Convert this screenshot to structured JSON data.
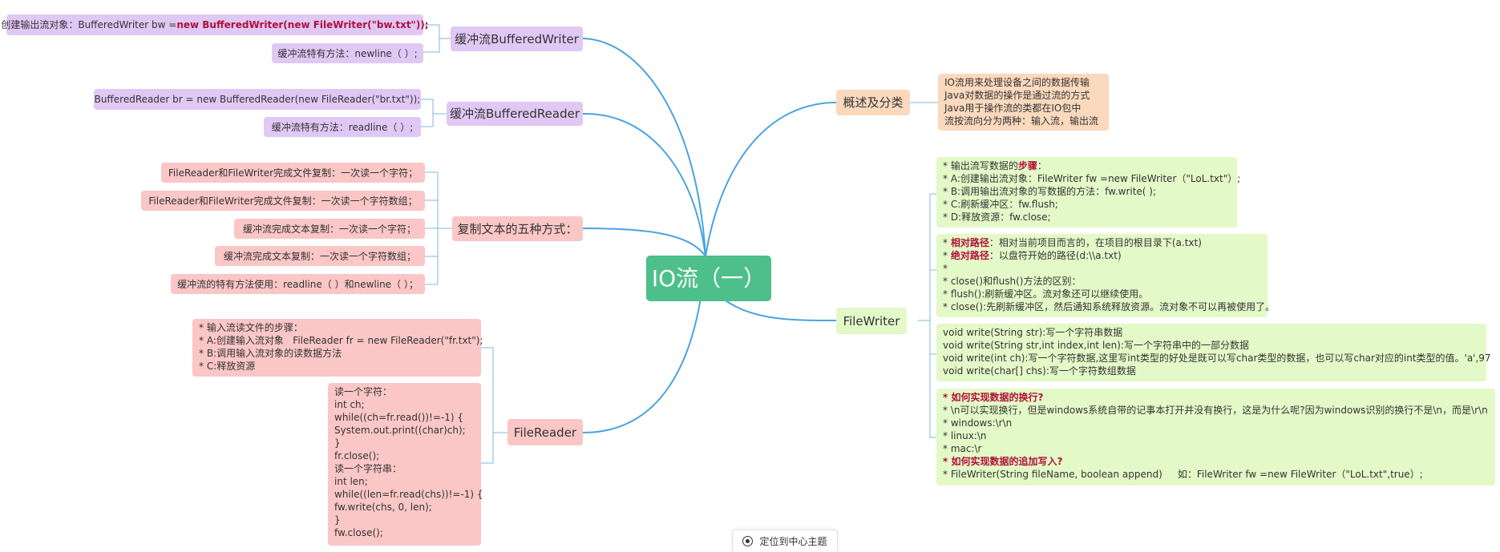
{
  "center": {
    "title": "IO流（一）"
  },
  "colors": {
    "link": "#4aa3df",
    "center": "#4dbf8a",
    "purple": "#e0c8f5",
    "pink": "#fac6c6",
    "orange": "#fad9bd",
    "green": "#e4f9c8"
  },
  "branches": {
    "bufferedwriter": {
      "label": "缓冲流BufferedWriter",
      "leaf1_pre": "创建输出流对象：BufferedWriter bw = ",
      "leaf1_bold": "new BufferedWriter(new FileWriter(\"bw.txt\"));",
      "leaf2": "缓冲流特有方法：newline（ ）;"
    },
    "bufferedreader": {
      "label": "缓冲流BufferedReader",
      "leaf1": "BufferedReader br = new BufferedReader(new FileReader(\"br.txt\"));",
      "leaf2": "缓冲流特有方法：readline（ ）;"
    },
    "copy": {
      "label": "复制文本的五种方式：",
      "items": [
        "FileReader和FileWriter完成文件复制：一次读一个字符；",
        "FileReader和FileWriter完成文件复制：一次读一个字符数组；",
        "缓冲流完成文本复制：一次读一个字符；",
        "缓冲流完成文本复制：一次读一个字符数组；",
        "缓冲流的特有方法使用：readline（ ）和newline（ ）；"
      ]
    },
    "filereader": {
      "label": "FileReader",
      "steps": [
        "* 输入流读文件的步骤：",
        "* A:创建输入流对象   FileReader fr = new FileReader(\"fr.txt\");",
        "* B:调用输入流对象的读数据方法",
        "* C:释放资源"
      ],
      "code": [
        "读一个字符：",
        "int ch;",
        "while((ch=fr.read())!=-1) {",
        "System.out.print((char)ch);",
        "}",
        "fr.close();",
        "读一个字符串：",
        "int len;",
        "while((len=fr.read(chs))!=-1) {",
        "fw.write(chs, 0, len);",
        "}",
        "fw.close();"
      ]
    },
    "overview": {
      "label": "概述及分类",
      "lines": [
        "IO流用来处理设备之间的数据传输",
        "Java对数据的操作是通过流的方式",
        "Java用于操作流的类都在IO包中",
        "流按流向分为两种：输入流，输出流"
      ]
    },
    "filewriter": {
      "label": "FileWriter",
      "box1": {
        "title_pre": "* 输出流写数据的",
        "title_bold": "步骤",
        "title_post": "：",
        "lines": [
          "* A:创建输出流对象：FileWriter fw =new FileWriter（\"LoL.txt\"）;",
          "* B:调用输出流对象的写数据的方法：fw.write( );",
          "* C:刷新缓冲区：fw.flush;",
          "* D:释放资源：fw.close;"
        ]
      },
      "box2": {
        "rel_label": "相对路径",
        "rel_text": "：相对当前项目而言的，在项目的根目录下(a.txt)",
        "abs_label": "绝对路径",
        "abs_text": "：以盘符开始的路径(d:\\\\a.txt)",
        "lines": [
          "*",
          "* close()和flush()方法的区别：",
          "* flush():刷新缓冲区。流对象还可以继续使用。",
          "* close():先刷新缓冲区，然后通知系统释放资源。流对象不可以再被使用了。"
        ]
      },
      "box3": {
        "lines": [
          "void write(String str):写一个字符串数据",
          "void write(String str,int index,int len):写一个字符串中的一部分数据",
          "void write(int ch):写一个字符数据,这里写int类型的好处是既可以写char类型的数据，也可以写char对应的int类型的值。'a',97",
          "void write(char[] chs):写一个字符数组数据"
        ]
      },
      "box4": {
        "heading1": "* 如何实现数据的换行?",
        "lines1": [
          "* \\n可以实现换行，但是windows系统自带的记事本打开并没有换行，这是为什么呢?因为windows识别的换行不是\\n，而是\\r\\n",
          "* windows:\\r\\n",
          "* linux:\\n",
          "* mac:\\r"
        ],
        "heading2": "* 如何实现数据的追加写入?",
        "line2": "* FileWriter(String fileName, boolean append)     如：FileWriter fw =new FileWriter（\"LoL.txt\",true）;"
      }
    }
  },
  "toolbar": {
    "locate_label": "定位到中心主题",
    "locate_icon": "target-icon"
  }
}
